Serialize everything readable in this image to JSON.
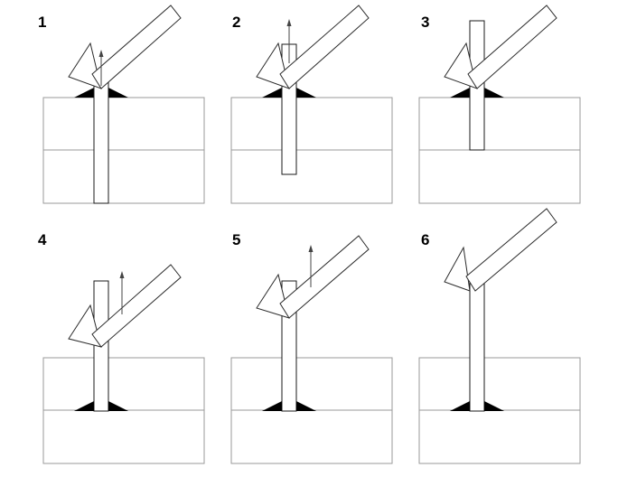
{
  "colors": {
    "base_outline": "#9a9a9a",
    "stick_outline": "#1a1a1a",
    "tool_outline": "#2a2a2a",
    "arrow": "#444444",
    "wedge": "#000000"
  },
  "steps": [
    {
      "number": "1"
    },
    {
      "number": "2"
    },
    {
      "number": "3"
    },
    {
      "number": "4"
    },
    {
      "number": "5"
    },
    {
      "number": "6"
    }
  ]
}
